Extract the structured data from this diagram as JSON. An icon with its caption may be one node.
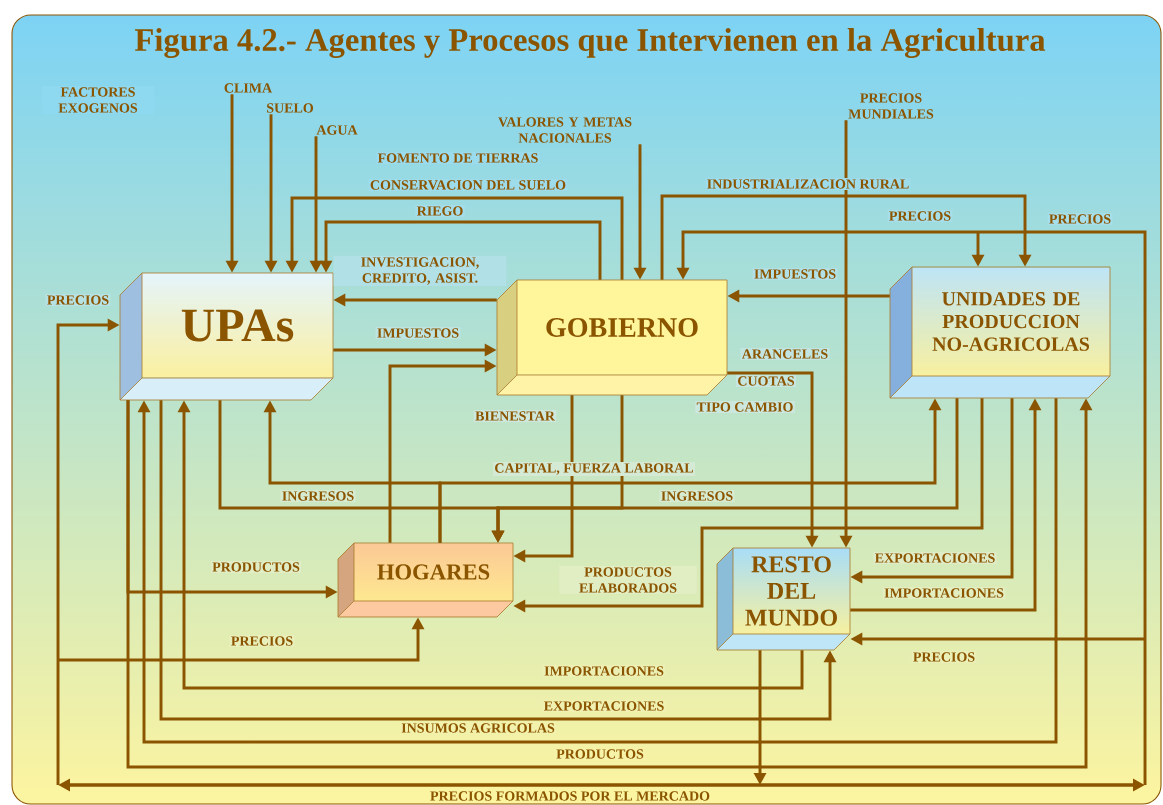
{
  "diagram": {
    "title": "Figura 4.2.- Agentes y Procesos que Intervienen en la Agricultura",
    "nodes": [
      {
        "text": [
          "CLIMA"
        ]
      },
      {
        "text": [
          "SUELO"
        ]
      },
      {
        "text": [
          "AGUA"
        ]
      },
      {
        "text": [
          "VALORES Y METAS NACIONALES"
        ]
      },
      {
        "text": [
          "PRECIOS MUNDIALES"
        ]
      },
      {
        "text": [
          "UPAs"
        ]
      },
      {
        "text": [
          "GOBIERNO"
        ]
      },
      {
        "text": [
          "UNIDADES DE PRODUCCION NO-AGRICOLAS"
        ]
      },
      {
        "text": [
          "HOGARES"
        ]
      },
      {
        "text": [
          "RESTO DEL MUNDO"
        ]
      }
    ],
    "edges": [
      {
        "from": 0,
        "to": 5,
        "arrow": "to"
      },
      {
        "from": 1,
        "to": 5,
        "arrow": "to"
      },
      {
        "from": 2,
        "to": 5,
        "arrow": "to"
      },
      {
        "from": 3,
        "to": 6,
        "arrow": "to"
      },
      {
        "from": 4,
        "to": 9,
        "arrow": "to"
      },
      {
        "from": 6,
        "to": 5,
        "arrow": "to",
        "label": "CONSERVACION DEL SUELO"
      },
      {
        "from": 6,
        "to": 5,
        "arrow": "to",
        "label": "RIEGO"
      },
      {
        "from": 6,
        "to": 5,
        "arrow": "to",
        "label": "INVESTIGACION, CREDITO, ASIST."
      },
      {
        "from": 5,
        "to": 6,
        "arrow": "to",
        "label": "IMPUESTOS"
      },
      {
        "from": 6,
        "to": 7,
        "arrow": "to",
        "label": "INDUSTRIALIZACION RURAL"
      },
      {
        "from": null,
        "to": 6,
        "arrow": "to",
        "label": "PRECIOS"
      },
      {
        "from": null,
        "to": 7,
        "arrow": "to",
        "label": "PRECIOS"
      },
      {
        "from": 7,
        "to": 6,
        "arrow": "to",
        "label": "IMPUESTOS"
      },
      {
        "from": 6,
        "to": 9,
        "arrow": "to",
        "label": "ARANCELES"
      },
      {
        "from": null,
        "to": 5,
        "arrow": "to",
        "label": "PRECIOS"
      },
      {
        "from": 8,
        "to": 6,
        "arrow": "to"
      },
      {
        "from": 6,
        "to": 8,
        "arrow": "to",
        "label": "BIENESTAR"
      },
      {
        "from": 6,
        "to": 8,
        "arrow": "to"
      },
      {
        "from": 5,
        "to": 8,
        "arrow": "to",
        "label": "INGRESOS"
      },
      {
        "from": 7,
        "to": 8,
        "arrow": "to",
        "label": "INGRESOS"
      },
      {
        "from": 8,
        "to": 5,
        "arrow": "to"
      },
      {
        "from": 8,
        "to": 7,
        "arrow": "to",
        "label": "CAPITAL, FUERZA LABORAL"
      },
      {
        "from": 7,
        "to": 8,
        "arrow": "to",
        "label": "PRODUCTOS ELABORADOS"
      },
      {
        "from": 5,
        "to": 8,
        "arrow": "to",
        "label": "PRODUCTOS"
      },
      {
        "from": null,
        "to": 8,
        "arrow": "to",
        "label": "PRECIOS"
      },
      {
        "from": 9,
        "to": 5,
        "arrow": "to",
        "label": "IMPORTACIONES"
      },
      {
        "from": 5,
        "to": 9,
        "arrow": "to",
        "label": "EXPORTACIONES"
      },
      {
        "from": 7,
        "to": 5,
        "arrow": "to",
        "label": "INSUMOS AGRICOLAS"
      },
      {
        "from": 5,
        "to": 7,
        "arrow": "to",
        "label": "PRODUCTOS"
      },
      {
        "from": 7,
        "to": 9,
        "arrow": "to",
        "label": "EXPORTACIONES"
      },
      {
        "from": 9,
        "to": 7,
        "arrow": "to",
        "label": "IMPORTACIONES"
      },
      {
        "from": null,
        "to": 9,
        "arrow": "to",
        "label": "PRECIOS"
      },
      {
        "from": 9,
        "to": null,
        "arrow": "to"
      }
    ],
    "labels": [
      "FACTORES EXOGENOS",
      "FOMENTO DE TIERRAS",
      "CUOTAS",
      "TIPO CAMBIO",
      "PRECIOS FORMADOS POR EL MERCADO"
    ]
  }
}
